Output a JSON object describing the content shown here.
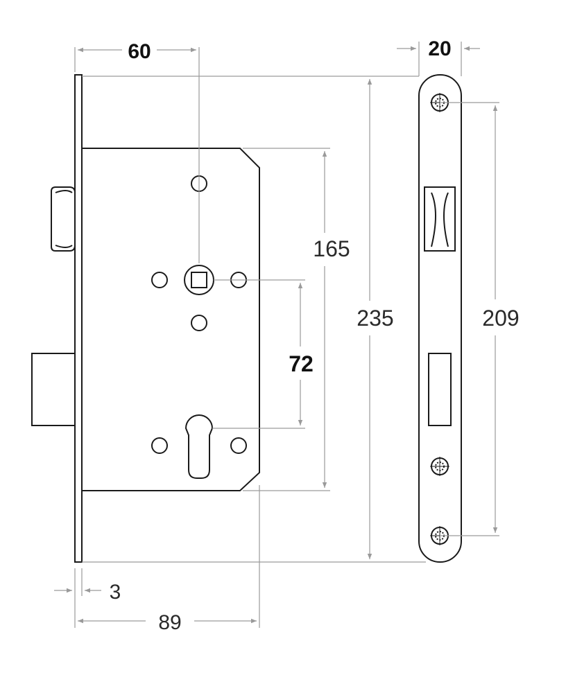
{
  "dimensions": {
    "backset": "60",
    "faceplate_width": "20",
    "forend_to_spindle": "165",
    "faceplate_length": "235",
    "screw_centers": "209",
    "spindle_to_cylinder": "72",
    "faceplate_thickness": "3",
    "case_depth": "89"
  },
  "colors": {
    "outline": "#1a1a1a",
    "dimension_line": "#9a9a9a",
    "text": "#2a2a2a"
  }
}
